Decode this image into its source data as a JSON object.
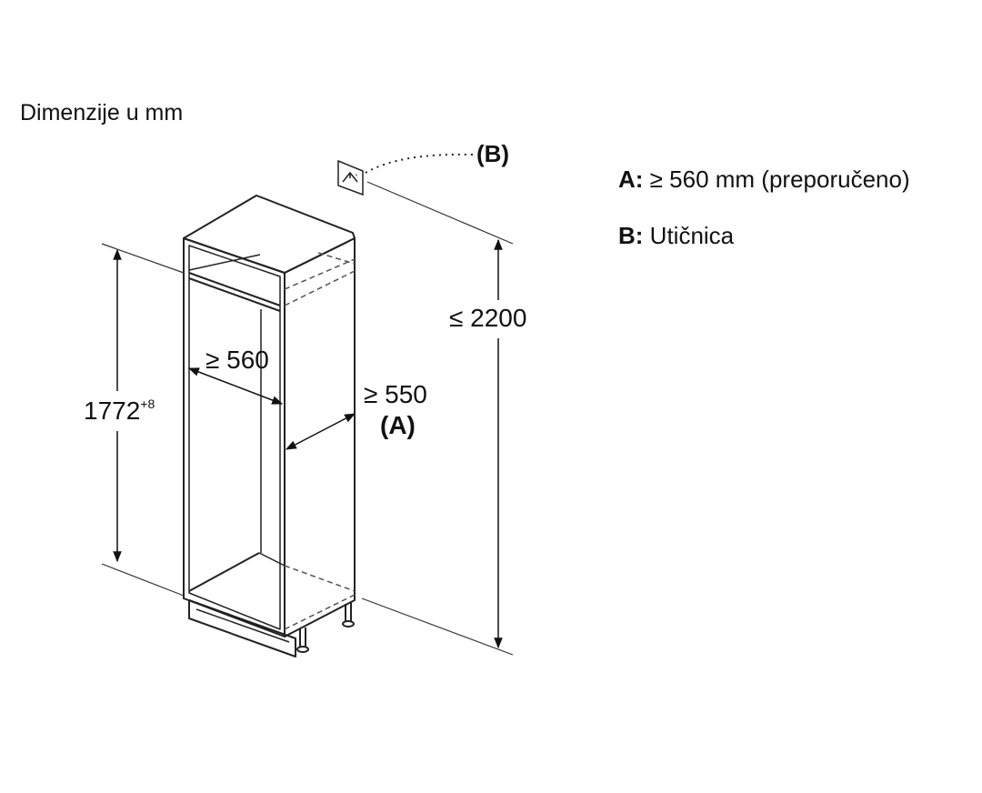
{
  "title": "Dimenzije u mm",
  "legend": [
    {
      "key": "A:",
      "text": "≥ 560 mm (preporučeno)"
    },
    {
      "key": "B:",
      "text": "Utičnica"
    }
  ],
  "dimensions": {
    "height_niche": "1772",
    "height_niche_tolerance": "+8",
    "width_niche": "≥ 560",
    "depth_niche": "≥ 550",
    "depth_label": "(A)",
    "max_socket_height": "≤ 2200",
    "socket_label": "(B)"
  },
  "icons": {
    "socket": "power-socket-icon"
  },
  "colors": {
    "line": "#222222",
    "background": "#ffffff"
  }
}
